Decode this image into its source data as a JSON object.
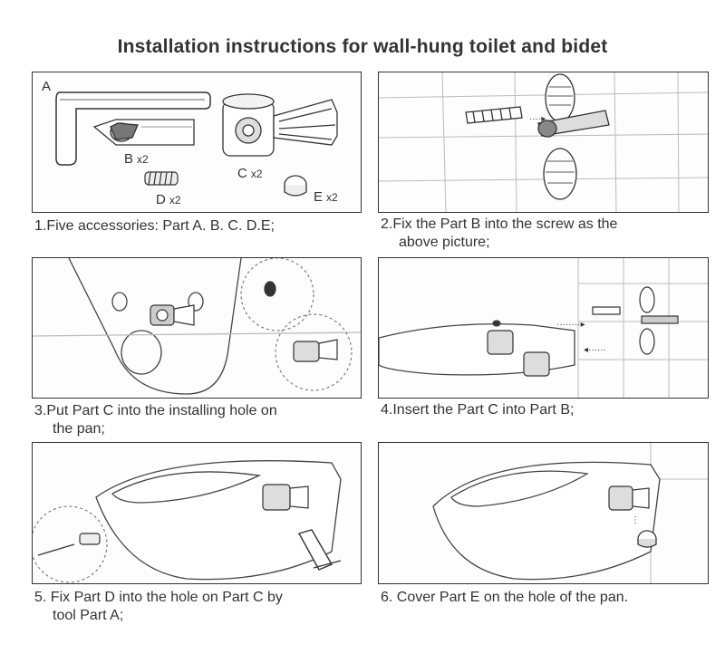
{
  "title": "Installation instructions for wall-hung toilet and bidet",
  "parts": {
    "a": "A",
    "b": "B",
    "c": "C",
    "d": "D",
    "e": "E",
    "qty": "x2"
  },
  "steps": [
    {
      "line1": "1.Five accessories: Part A. B. C. D.E;",
      "line2": ""
    },
    {
      "line1": "2.Fix the Part B into the screw as the",
      "line2": "above picture;"
    },
    {
      "line1": "3.Put Part C into the installing hole on",
      "line2": "the pan;"
    },
    {
      "line1": "4.Insert the Part C into Part B;",
      "line2": ""
    },
    {
      "line1": "5. Fix Part D into the hole on Part C by",
      "line2": "tool Part A;"
    },
    {
      "line1": "6. Cover Part E on the hole of the pan.",
      "line2": ""
    }
  ]
}
